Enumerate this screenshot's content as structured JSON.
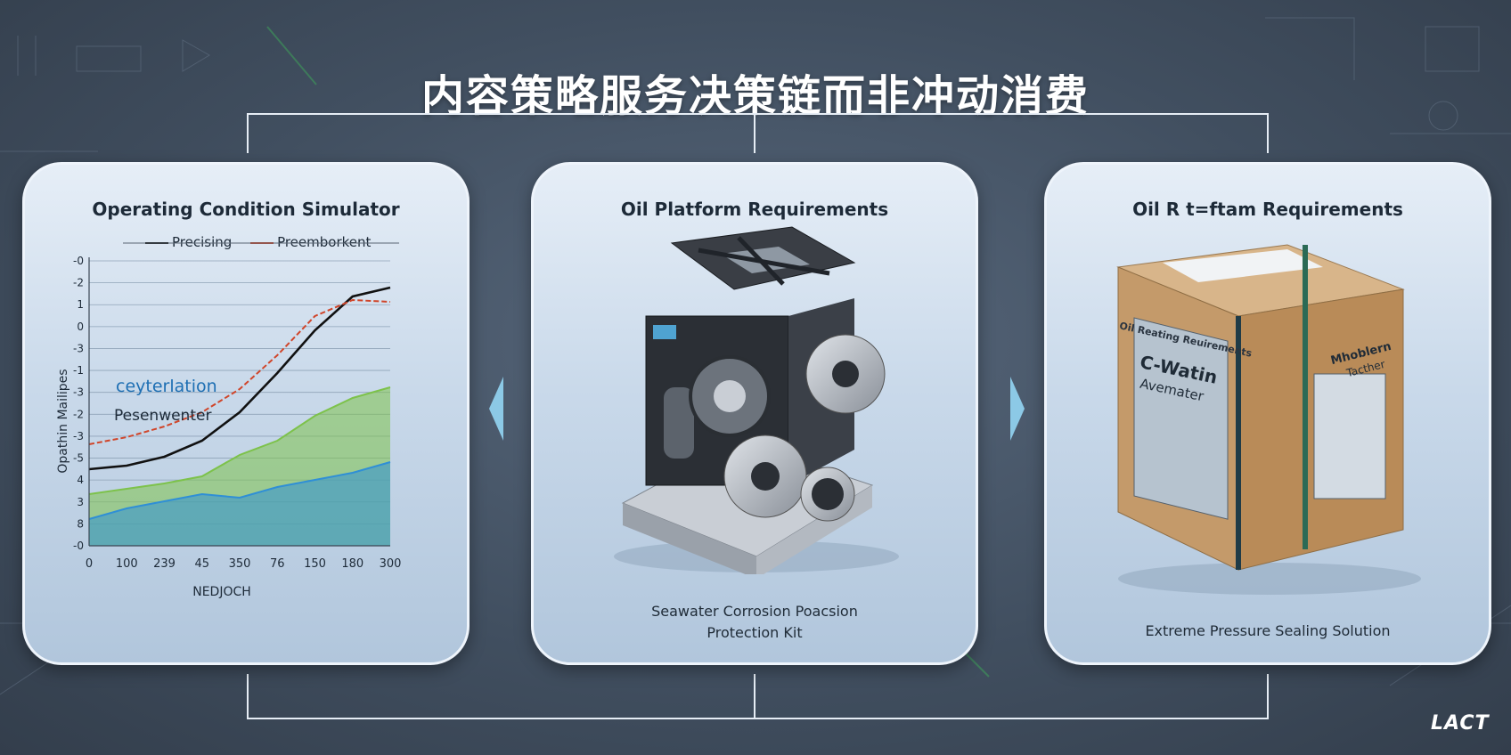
{
  "page": {
    "title": "内容策略服务决策链而非冲动消费",
    "logo_text": "LACT"
  },
  "colors": {
    "background": "#414f60",
    "card": "#d2e0ee",
    "arrow": "#8cc9e6",
    "connector": "#e6edf5",
    "series_black": "#111111",
    "series_red": "#d0452a",
    "area_green": "#7dc24b",
    "area_blue": "#2f8fd6"
  },
  "cards": [
    {
      "title": "Operating Condition Simulator",
      "annotations": [
        "ceyterlation",
        "Pesenwenter"
      ]
    },
    {
      "title": "Oil Platform Requirements",
      "caption_lines": [
        "Seawater Corrosion Poacsion",
        "Protection Kit"
      ],
      "illustration_icon": "gearbox-machine-icon"
    },
    {
      "title": "Oil R t=ftam Requirements",
      "caption_lines": [
        "Extreme Pressure Sealing Solution"
      ],
      "illustration_icon": "cardboard-box-icon",
      "box_labels": [
        "Oil Reating Reuirements",
        "C-Watin",
        "Avemater",
        "Mhoblern",
        "Tacther"
      ]
    }
  ],
  "chart_data": {
    "type": "line",
    "title": "Operating Condition Simulator",
    "xlabel": "NEDJOCH",
    "ylabel": "Opathin  Mailipes",
    "x_tick_labels": [
      "0",
      "100",
      "239",
      "45",
      "350",
      "76",
      "150",
      "180",
      "300"
    ],
    "y_tick_labels": [
      "-0",
      "8",
      "3",
      "4",
      "-5",
      "-3",
      "-2",
      "-3",
      "-1",
      "-3",
      "0",
      "1",
      "-2",
      "-0"
    ],
    "legend": [
      "Precising",
      "Preemborkent"
    ],
    "legend_placement": "top",
    "grid": true,
    "series": [
      {
        "name": "Precising",
        "color": "#111111",
        "x": [
          0,
          1,
          2,
          3,
          4,
          5,
          6,
          7,
          8
        ],
        "y": [
          0.8,
          1.0,
          1.5,
          2.4,
          4.0,
          6.2,
          8.6,
          10.5,
          11.0
        ]
      },
      {
        "name": "Preemborkent",
        "color": "#d0452a",
        "x": [
          0,
          1,
          2,
          3,
          4,
          5,
          6,
          7,
          8
        ],
        "y": [
          2.2,
          2.6,
          3.2,
          4.0,
          5.3,
          7.2,
          9.4,
          10.3,
          10.2
        ]
      }
    ],
    "areas": [
      {
        "color": "#7dc24b",
        "x": [
          0,
          1,
          2,
          3,
          4,
          5,
          6,
          7,
          8
        ],
        "y": [
          -0.6,
          -0.3,
          0.0,
          0.4,
          1.6,
          2.4,
          3.8,
          4.8,
          5.4
        ]
      },
      {
        "color": "#2f8fd6",
        "x": [
          0,
          1,
          2,
          3,
          4,
          5,
          6,
          7,
          8
        ],
        "y": [
          -2.0,
          -1.4,
          -1.0,
          -0.6,
          -0.8,
          -0.2,
          0.2,
          0.6,
          1.2
        ]
      }
    ],
    "xlim": [
      0,
      8
    ],
    "ylim": [
      -3.5,
      12.5
    ]
  }
}
